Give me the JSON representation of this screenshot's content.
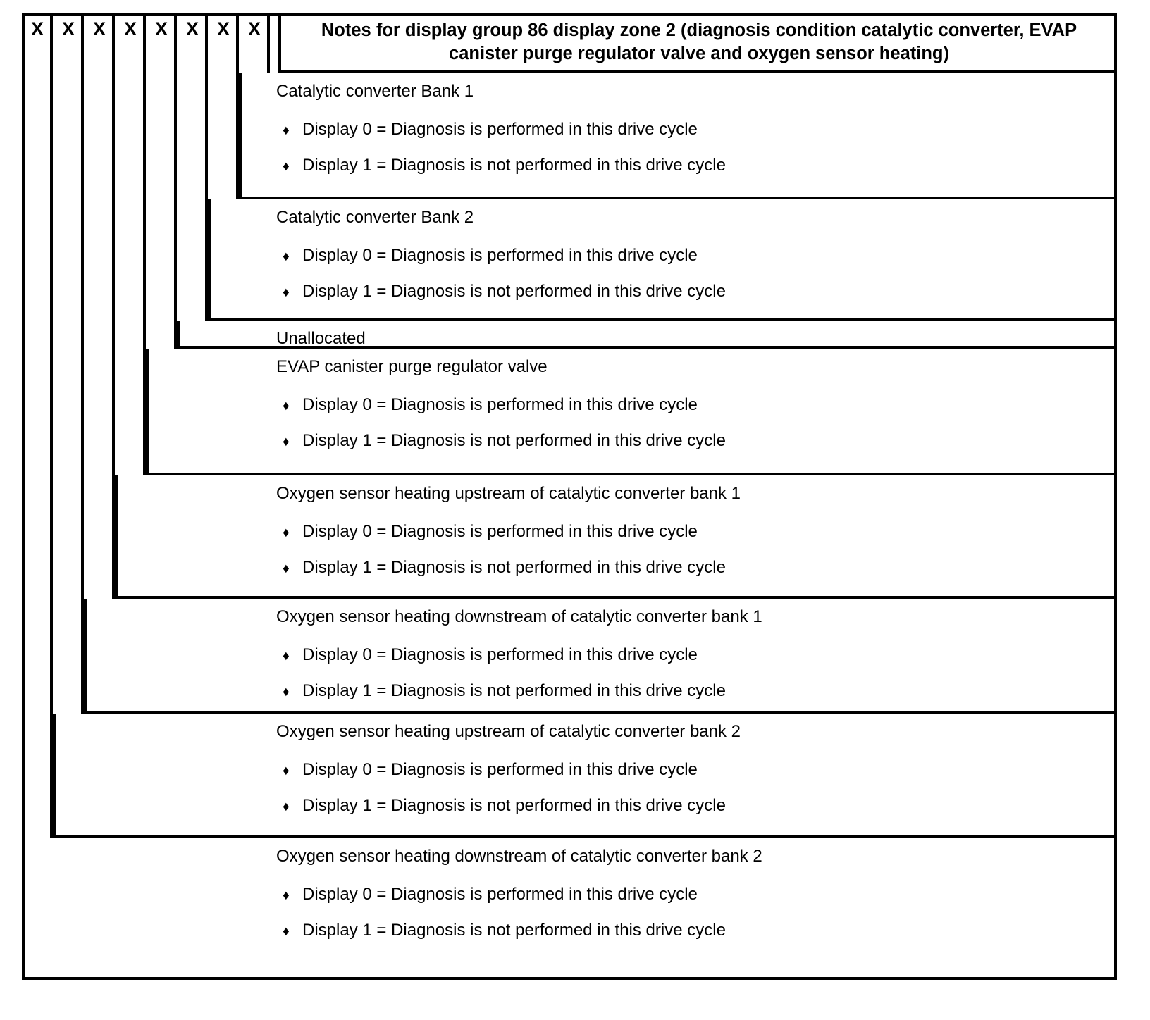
{
  "diagram": {
    "title": "Notes for display group 86 display zone 2 (diagnosis condition catalytic converter, EVAP canister purge regulator valve and oxygen sensor heating)",
    "bit_columns": [
      {
        "label": "X"
      },
      {
        "label": "X"
      },
      {
        "label": "X"
      },
      {
        "label": "X"
      },
      {
        "label": "X"
      },
      {
        "label": "X"
      },
      {
        "label": "X"
      },
      {
        "label": "X"
      }
    ],
    "bullet_glyph": "♦",
    "line_color": "#000000",
    "background_color": "#ffffff",
    "sections": [
      {
        "heading": "Catalytic converter Bank 1",
        "bullets": [
          "Display 0 = Diagnosis is performed in this drive cycle",
          "Display 1 = Diagnosis is not performed in this drive cycle"
        ]
      },
      {
        "heading": "Catalytic converter Bank 2",
        "bullets": [
          "Display 0 = Diagnosis is performed in this drive cycle",
          "Display 1 = Diagnosis is not performed in this drive cycle"
        ]
      },
      {
        "heading": "Unallocated",
        "bullets": []
      },
      {
        "heading": "EVAP canister purge regulator valve",
        "bullets": [
          "Display 0 = Diagnosis is performed in this drive cycle",
          "Display 1 = Diagnosis is not performed in this drive cycle"
        ]
      },
      {
        "heading": "Oxygen sensor heating upstream of catalytic converter bank 1",
        "bullets": [
          "Display 0 = Diagnosis is performed in this drive cycle",
          "Display 1 = Diagnosis is not performed in this drive cycle"
        ]
      },
      {
        "heading": "Oxygen sensor heating downstream of catalytic converter bank 1",
        "bullets": [
          "Display 0 = Diagnosis is performed in this drive cycle",
          "Display 1 = Diagnosis is not performed in this drive cycle"
        ]
      },
      {
        "heading": "Oxygen sensor heating upstream of catalytic converter bank 2",
        "bullets": [
          "Display 0 = Diagnosis is performed in this drive cycle",
          "Display 1 = Diagnosis is not performed in this drive cycle"
        ]
      },
      {
        "heading": "Oxygen sensor heating downstream of catalytic converter bank 2",
        "bullets": [
          "Display 0 = Diagnosis is performed in this drive cycle",
          "Display 1 = Diagnosis is not performed in this drive cycle"
        ]
      }
    ]
  }
}
